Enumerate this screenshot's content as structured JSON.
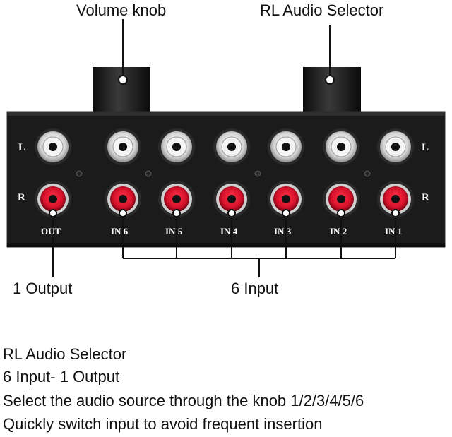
{
  "callouts": {
    "volume_knob": "Volume knob",
    "selector": "RL Audio Selector",
    "output": "1 Output",
    "input": "6 Input"
  },
  "panel": {
    "left_channel": "L",
    "right_channel": "R",
    "ports": [
      "OUT",
      "IN 6",
      "IN 5",
      "IN 4",
      "IN 3",
      "IN 2",
      "IN 1"
    ]
  },
  "description": [
    "RL Audio Selector",
    "6 Input- 1 Output",
    "Select the audio source through the knob 1/2/3/4/5/6",
    "Quickly switch input to avoid frequent insertion"
  ],
  "colors": {
    "body": "#1b1b1b",
    "jack_red": "#d4102a",
    "jack_white": "#e9e9e9"
  }
}
